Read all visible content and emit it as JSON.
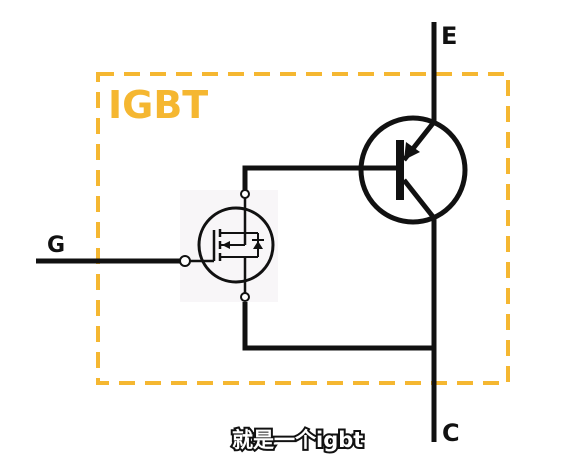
{
  "diagram": {
    "block_label": "IGBT",
    "terminals": {
      "gate": "G",
      "emitter": "E",
      "collector": "C"
    },
    "caption": "就是一个igbt",
    "colors": {
      "wire": "#111111",
      "block_border": "#f5b731",
      "block_label": "#f5b731",
      "caption_fill": "#ffffff",
      "caption_stroke": "#111111"
    },
    "components": [
      "mosfet",
      "bjt"
    ]
  }
}
